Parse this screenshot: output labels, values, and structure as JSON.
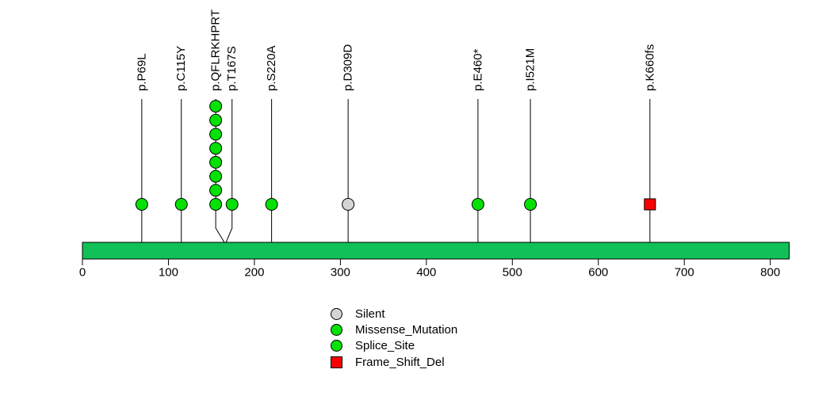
{
  "chart_data": {
    "type": "lollipop",
    "title": "",
    "xlabel": "",
    "ylabel": "",
    "grid": false,
    "xlim": [
      0,
      822
    ],
    "protein_length": 822,
    "x_ticks": [
      0,
      100,
      200,
      300,
      400,
      500,
      600,
      700,
      800
    ],
    "protein_bar_color": "#11C057",
    "mutations": [
      {
        "label": "p.P69L",
        "pos": 69,
        "count": 1,
        "type": "Missense_Mutation",
        "shape": "circle"
      },
      {
        "label": "p.C115Y",
        "pos": 115,
        "count": 1,
        "type": "Missense_Mutation",
        "shape": "circle"
      },
      {
        "label": "p.QFLRKHPRT",
        "pos": 165,
        "display_pos": 155,
        "count": 8,
        "type": "Missense_Mutation",
        "shape": "circle"
      },
      {
        "label": "p.T167S",
        "pos": 167,
        "display_pos": 174,
        "count": 1,
        "type": "Missense_Mutation",
        "shape": "circle"
      },
      {
        "label": "p.S220A",
        "pos": 220,
        "count": 1,
        "type": "Missense_Mutation",
        "shape": "circle"
      },
      {
        "label": "p.D309D",
        "pos": 309,
        "count": 1,
        "type": "Silent",
        "shape": "circle"
      },
      {
        "label": "p.E460*",
        "pos": 460,
        "count": 1,
        "type": "Missense_Mutation",
        "shape": "circle"
      },
      {
        "label": "p.I521M",
        "pos": 521,
        "count": 1,
        "type": "Missense_Mutation",
        "shape": "circle"
      },
      {
        "label": "p.K660fs",
        "pos": 660,
        "count": 1,
        "type": "Frame_Shift_Del",
        "shape": "square"
      }
    ],
    "legend": [
      {
        "label": "Silent",
        "shape": "circle",
        "color": "#D4D4D4"
      },
      {
        "label": "Missense_Mutation",
        "shape": "circle",
        "color": "#05E005"
      },
      {
        "label": "Splice_Site",
        "shape": "circle",
        "color": "#05E005"
      },
      {
        "label": "Frame_Shift_Del",
        "shape": "square",
        "color": "#FA0000"
      }
    ],
    "legend_position": "bottom-center"
  }
}
